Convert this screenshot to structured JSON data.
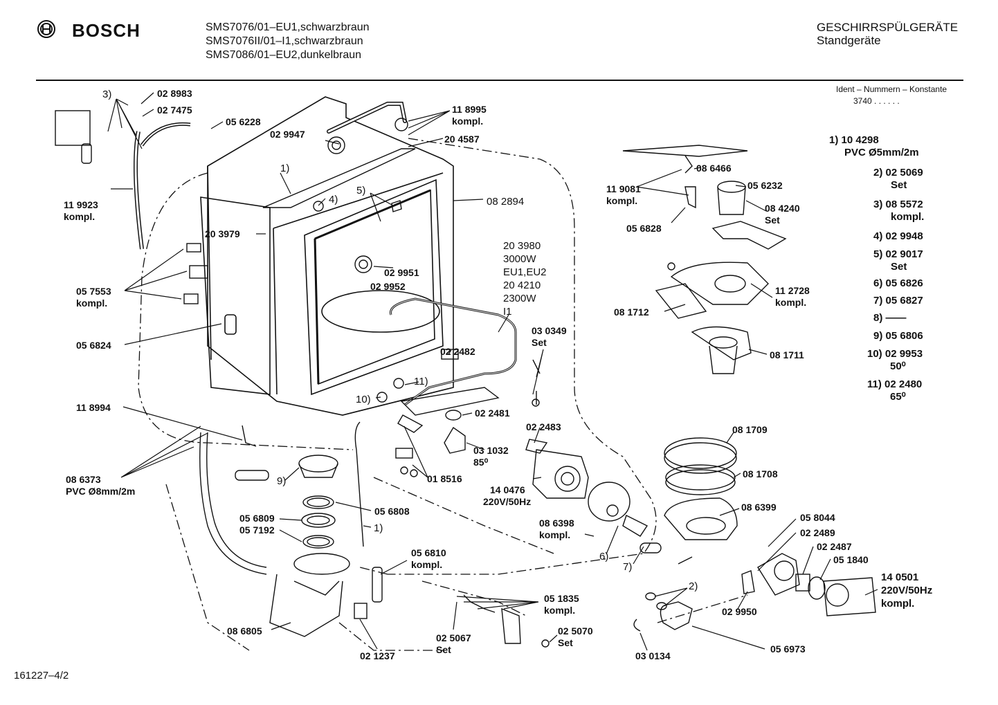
{
  "header": {
    "brand": "BOSCH",
    "models": [
      "SMS7076/01–EU1,schwarzbraun",
      "SMS7076II/01–I1,schwarzbraun",
      "SMS7086/01–EU2,dunkelbraun"
    ],
    "category": "GESCHIRRSPÜLGERÄTE",
    "subcategory": "Standgeräte",
    "ident_title": "Ident – Nummern – Konstante",
    "ident_value": "3740 . . . . . ."
  },
  "legend": [
    {
      "key": "1)",
      "lines": [
        "10 4298",
        "PVC Ø5mm/2m"
      ]
    },
    {
      "key": "2)",
      "lines": [
        "02 5069",
        "Set"
      ]
    },
    {
      "key": "3)",
      "lines": [
        "08 5572",
        "kompl."
      ]
    },
    {
      "key": "4)",
      "lines": [
        "02 9948"
      ]
    },
    {
      "key": "5)",
      "lines": [
        "02 9017",
        "Set"
      ]
    },
    {
      "key": "6)",
      "lines": [
        "05 6826"
      ]
    },
    {
      "key": "7)",
      "lines": [
        "05 6827"
      ]
    },
    {
      "key": "8)",
      "lines": [
        "——"
      ]
    },
    {
      "key": "9)",
      "lines": [
        "05 6806"
      ]
    },
    {
      "key": "10)",
      "lines": [
        "02 9953",
        "50⁰"
      ]
    },
    {
      "key": "11)",
      "lines": [
        "02 2480",
        "65⁰"
      ]
    }
  ],
  "labels": {
    "l3": "3)",
    "p028983": "02 8983",
    "p027475": "02 7475",
    "p056228": "05 6228",
    "p118995": "11 8995",
    "p118995k": "kompl.",
    "p029947": "02 9947",
    "p204587": "20 4587",
    "l1": "1)",
    "l4": "4)",
    "l5": "5)",
    "p082894": "08 2894",
    "p119923": "11 9923",
    "p119923k": "kompl.",
    "p203979": "20 3979",
    "p029951": "02 9951",
    "p029952": "02 9952",
    "h1": "20 3980",
    "h2": "3000W",
    "h3": "EU1,EU2",
    "h4": "20 4210",
    "h5": "2300W",
    "h6": "I1",
    "p057553": "05 7553",
    "p057553k": "kompl.",
    "p056824": "05 6824",
    "p030349": "03 0349",
    "p030349s": "Set",
    "p022482": "02 2482",
    "l11": "11)",
    "l10": "10)",
    "p118994": "11 8994",
    "p022481": "02 2481",
    "p022483": "02 2483",
    "p031032": "03 1032",
    "p031032t": "85⁰",
    "p018516": "01 8516",
    "p140476": "14 0476",
    "p140476v": "220V/50Hz",
    "p086373": "08 6373",
    "p086373v": "PVC Ø8mm/2m",
    "l9": "9)",
    "p056808": "05 6808",
    "p056809": "05 6809",
    "p057192": "05 7192",
    "l1b": "1)",
    "p056810": "05 6810",
    "p056810k": "kompl.",
    "p086805": "08 6805",
    "p021237": "02 1237",
    "p051835": "05 1835",
    "p051835k": "kompl.",
    "p025067": "02 5067",
    "p025067s": "Set",
    "p025070": "02 5070",
    "p025070s": "Set",
    "p086398": "08 6398",
    "p086398k": "kompl.",
    "l6": "6)",
    "l7": "7)",
    "p119081": "11 9081",
    "p119081k": "kompl.",
    "p086466": "08 6466",
    "p056232": "05 6232",
    "p084240": "08 4240",
    "p084240s": "Set",
    "p056828": "05 6828",
    "p112728": "11 2728",
    "p112728k": "kompl.",
    "p081712": "08 1712",
    "p081711": "08 1711",
    "p081709": "08 1709",
    "p081708": "08 1708",
    "p086399": "08 6399",
    "p058044": "05 8044",
    "p022489": "02 2489",
    "p022487": "02 2487",
    "p051840": "05 1840",
    "p140501": "14 0501",
    "p140501v": "220V/50Hz",
    "p140501k": "kompl.",
    "l2": "2)",
    "p029950": "02 9950",
    "p030134": "03 0134",
    "p056973": "05 6973"
  },
  "footer": {
    "doc_number": "161227–4/2"
  }
}
